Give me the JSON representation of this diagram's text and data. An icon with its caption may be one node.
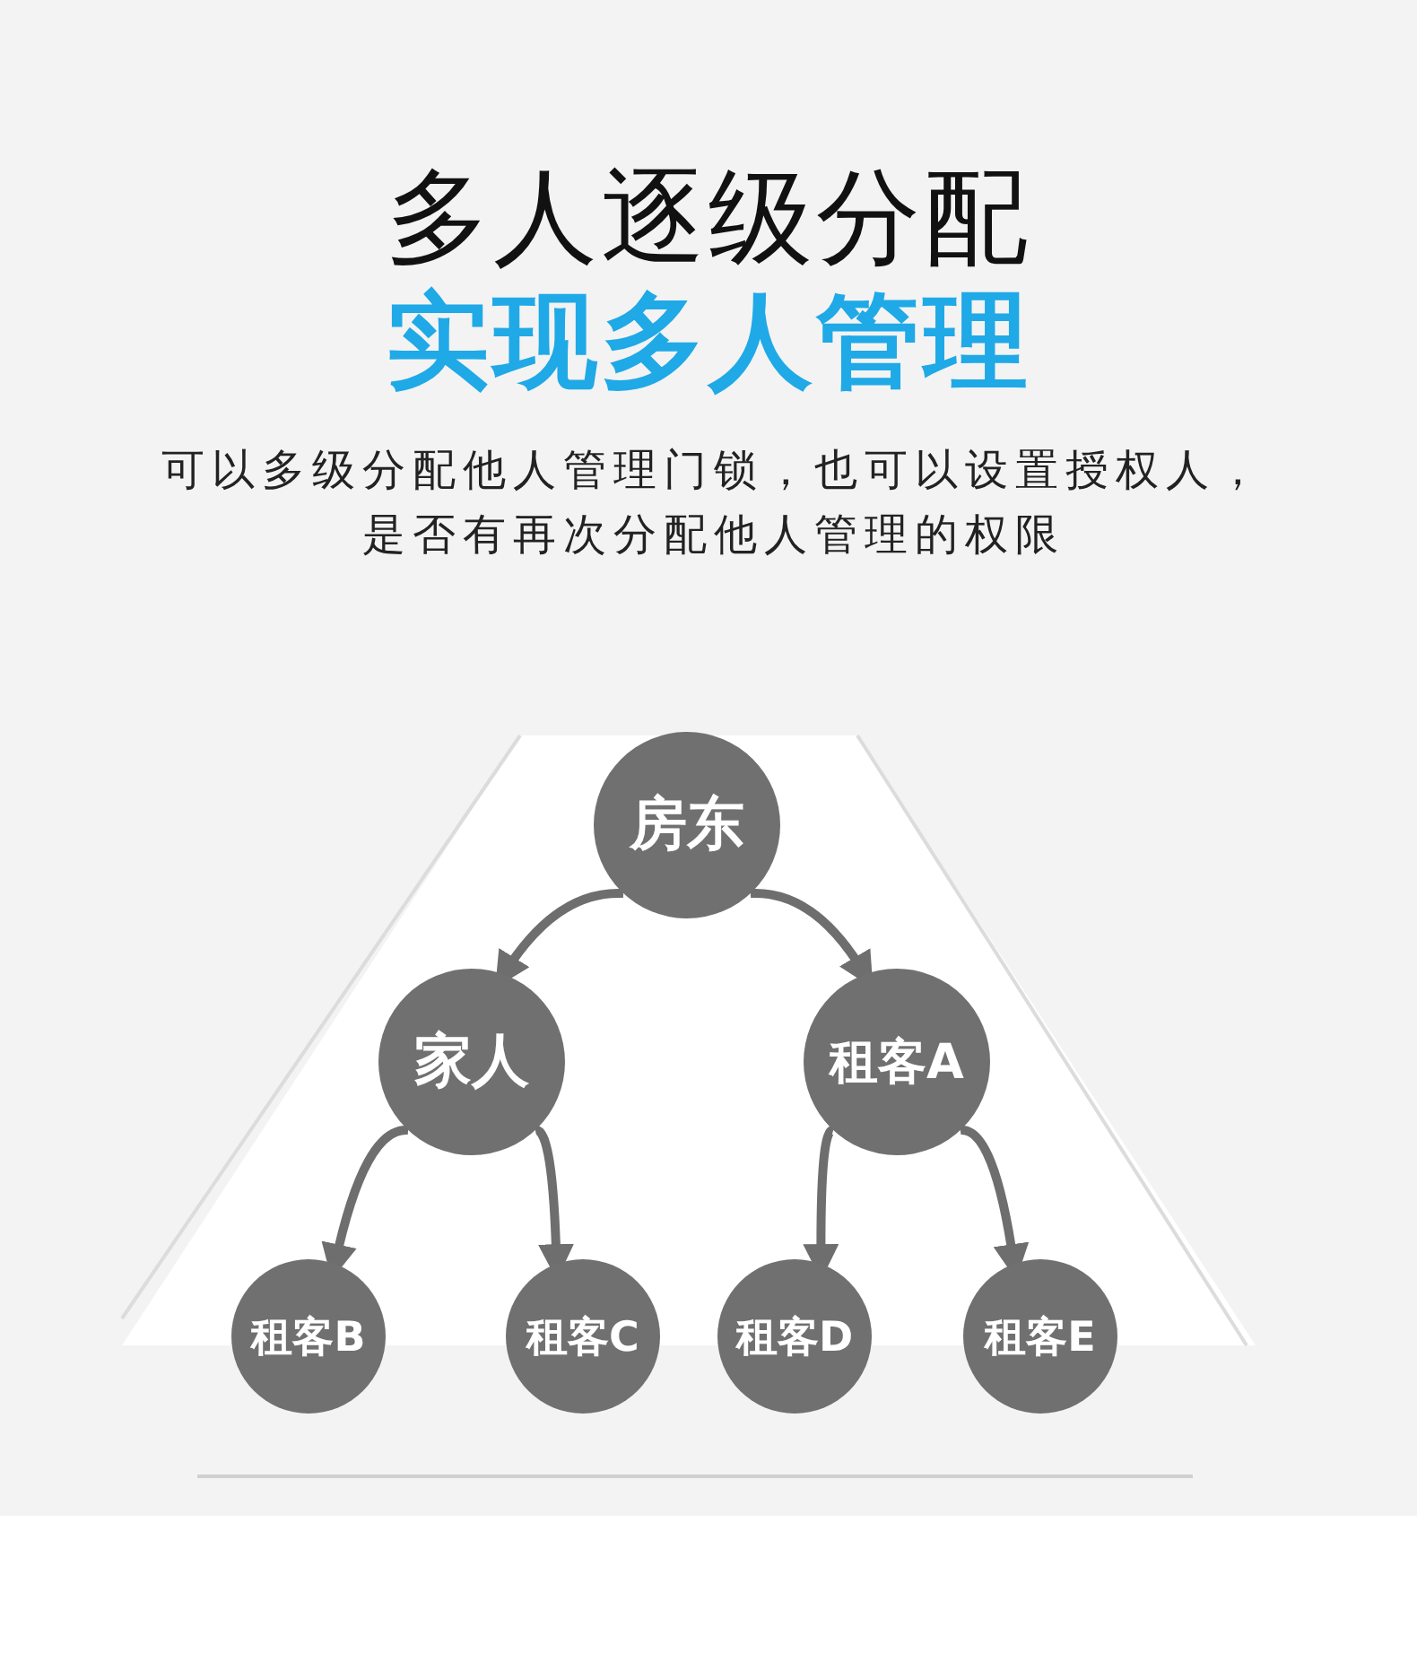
{
  "diagram": {
    "title": "多人逐级分配",
    "nodes": [
      {
        "text": [
          "房东"
        ]
      },
      {
        "text": [
          "家人"
        ]
      },
      {
        "text": [
          "租客A"
        ]
      },
      {
        "text": [
          "租客B"
        ]
      },
      {
        "text": [
          "租客C"
        ]
      },
      {
        "text": [
          "租客D"
        ]
      },
      {
        "text": [
          "租客E"
        ]
      }
    ],
    "edges": [
      {
        "from": 0,
        "to": 1,
        "arrow": "to"
      },
      {
        "from": 0,
        "to": 2,
        "arrow": "to"
      },
      {
        "from": 1,
        "to": 3,
        "arrow": "to"
      },
      {
        "from": 1,
        "to": 4,
        "arrow": "to"
      },
      {
        "from": 2,
        "to": 5,
        "arrow": "to"
      },
      {
        "from": 2,
        "to": 6,
        "arrow": "to"
      }
    ],
    "labels": [
      "实现多人管理",
      "可以多级分配他人管理门锁，也可以设置授权人，是否有再次分配他人管理的权限"
    ]
  }
}
